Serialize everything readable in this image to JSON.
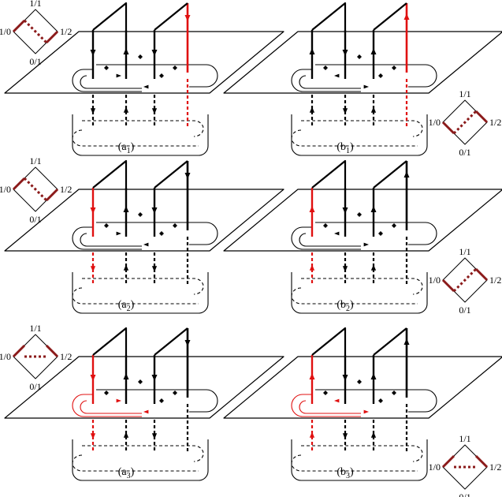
{
  "colors": {
    "ink": "#000000",
    "red": "#e01010",
    "dark_red": "#8b1a1a"
  },
  "panels": [
    {
      "id": "a1",
      "caption": "a",
      "sub": "1",
      "diamond_side": "left",
      "variant": "plain",
      "red_strand": 3,
      "diamond": "nw-se"
    },
    {
      "id": "b1",
      "caption": "b",
      "sub": "1",
      "diamond_side": "right",
      "variant": "plain",
      "red_strand": 3,
      "diamond": "sw-ne"
    },
    {
      "id": "a2",
      "caption": "a",
      "sub": "2",
      "diamond_side": "left",
      "variant": "plain",
      "red_strand": 1,
      "diamond": "nw-se"
    },
    {
      "id": "b2",
      "caption": "b",
      "sub": "2",
      "diamond_side": "right",
      "variant": "plain",
      "red_strand": 1,
      "diamond": "sw-ne"
    },
    {
      "id": "a3",
      "caption": "a",
      "sub": "3",
      "diamond_side": "left",
      "variant": "loop",
      "red_strand": 1,
      "diamond": "horizontal"
    },
    {
      "id": "b3",
      "caption": "b",
      "sub": "3",
      "diamond_side": "right",
      "variant": "loop",
      "red_strand": 1,
      "diamond": "horizontal"
    }
  ],
  "diamond_labels": {
    "top": "1/1",
    "left": "1/0",
    "right": "1/2",
    "bottom": "0/1"
  }
}
